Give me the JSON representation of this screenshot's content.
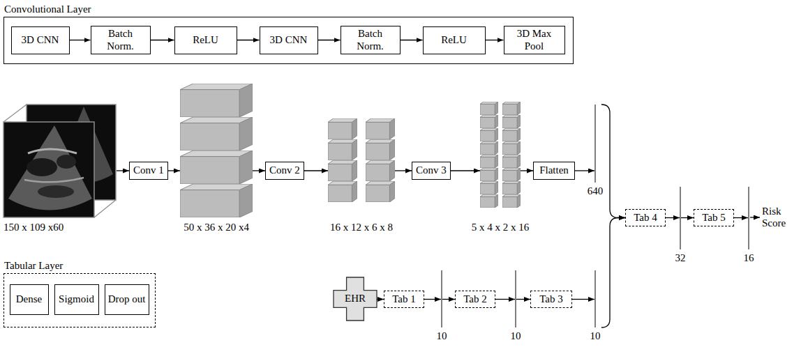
{
  "diagram": {
    "nodes": [
      {
        "text": [
          "Convolutional Layer"
        ]
      },
      {
        "text": [
          "3D CNN"
        ],
        "in": 0
      },
      {
        "text": [
          "Batch Norm."
        ],
        "in": 0
      },
      {
        "text": [
          "ReLU"
        ],
        "in": 0
      },
      {
        "text": [
          "3D CNN"
        ],
        "in": 0
      },
      {
        "text": [
          "Batch Norm."
        ],
        "in": 0
      },
      {
        "text": [
          "ReLU"
        ],
        "in": 0
      },
      {
        "text": [
          "3D Max Pool"
        ],
        "in": 0
      },
      {
        "text": [
          "150 x 109 x60"
        ]
      },
      {
        "text": [
          "Conv 1"
        ]
      },
      {
        "text": [
          "50 x 36 x 20 x4"
        ]
      },
      {
        "text": [
          "Conv 2"
        ]
      },
      {
        "text": [
          "16 x 12 x 6 x 8"
        ]
      },
      {
        "text": [
          "Conv 3"
        ]
      },
      {
        "text": [
          "5 x 4 x 2 x 16"
        ]
      },
      {
        "text": [
          "Flatten"
        ]
      },
      {
        "text": [
          "640"
        ]
      },
      {
        "text": [
          "Tab 4"
        ]
      },
      {
        "text": [
          "32"
        ]
      },
      {
        "text": [
          "Tab 5"
        ]
      },
      {
        "text": [
          "16"
        ]
      },
      {
        "text": [
          "EHR"
        ]
      },
      {
        "text": [
          "Tab 1"
        ]
      },
      {
        "text": [
          "10"
        ]
      },
      {
        "text": [
          "Tab 2"
        ]
      },
      {
        "text": [
          "10"
        ]
      },
      {
        "text": [
          "Tab 3"
        ]
      },
      {
        "text": [
          "10"
        ]
      },
      {
        "text": [
          "Tabular Layer"
        ]
      },
      {
        "text": [
          "Dense"
        ],
        "in": 28
      },
      {
        "text": [
          "Sigmoid"
        ],
        "in": 28
      },
      {
        "text": [
          "Drop out"
        ],
        "in": 28
      }
    ],
    "edges": [
      {
        "from": 1,
        "to": 2,
        "arrow": "to"
      },
      {
        "from": 2,
        "to": 3,
        "arrow": "to"
      },
      {
        "from": 3,
        "to": 4,
        "arrow": "to"
      },
      {
        "from": 4,
        "to": 5,
        "arrow": "to"
      },
      {
        "from": 5,
        "to": 6,
        "arrow": "to"
      },
      {
        "from": 6,
        "to": 7,
        "arrow": "to"
      },
      {
        "from": 8,
        "to": 9,
        "arrow": "to"
      },
      {
        "from": 9,
        "to": 10,
        "arrow": "to"
      },
      {
        "from": 10,
        "to": 11,
        "arrow": "to"
      },
      {
        "from": 11,
        "to": 12,
        "arrow": "to"
      },
      {
        "from": 12,
        "to": 13,
        "arrow": "to"
      },
      {
        "from": 13,
        "to": 14,
        "arrow": "to"
      },
      {
        "from": 14,
        "to": 15,
        "arrow": "to"
      },
      {
        "from": 15,
        "to": 16,
        "arrow": "to"
      },
      {
        "from": 16,
        "to": 17,
        "arrow": "to"
      },
      {
        "from": 27,
        "to": 17,
        "arrow": "to"
      },
      {
        "from": 17,
        "to": 18,
        "arrow": "to"
      },
      {
        "from": 18,
        "to": 19,
        "arrow": "to"
      },
      {
        "from": 19,
        "to": 20,
        "arrow": "to"
      },
      {
        "from": 21,
        "to": 22,
        "arrow": "to"
      },
      {
        "from": 22,
        "to": 23,
        "arrow": "to"
      },
      {
        "from": 23,
        "to": 24,
        "arrow": "to"
      },
      {
        "from": 24,
        "to": 25,
        "arrow": "to"
      },
      {
        "from": 25,
        "to": 26,
        "arrow": "to"
      },
      {
        "from": 26,
        "to": 27,
        "arrow": "to"
      }
    ],
    "labels": [
      "Risk Score"
    ]
  }
}
